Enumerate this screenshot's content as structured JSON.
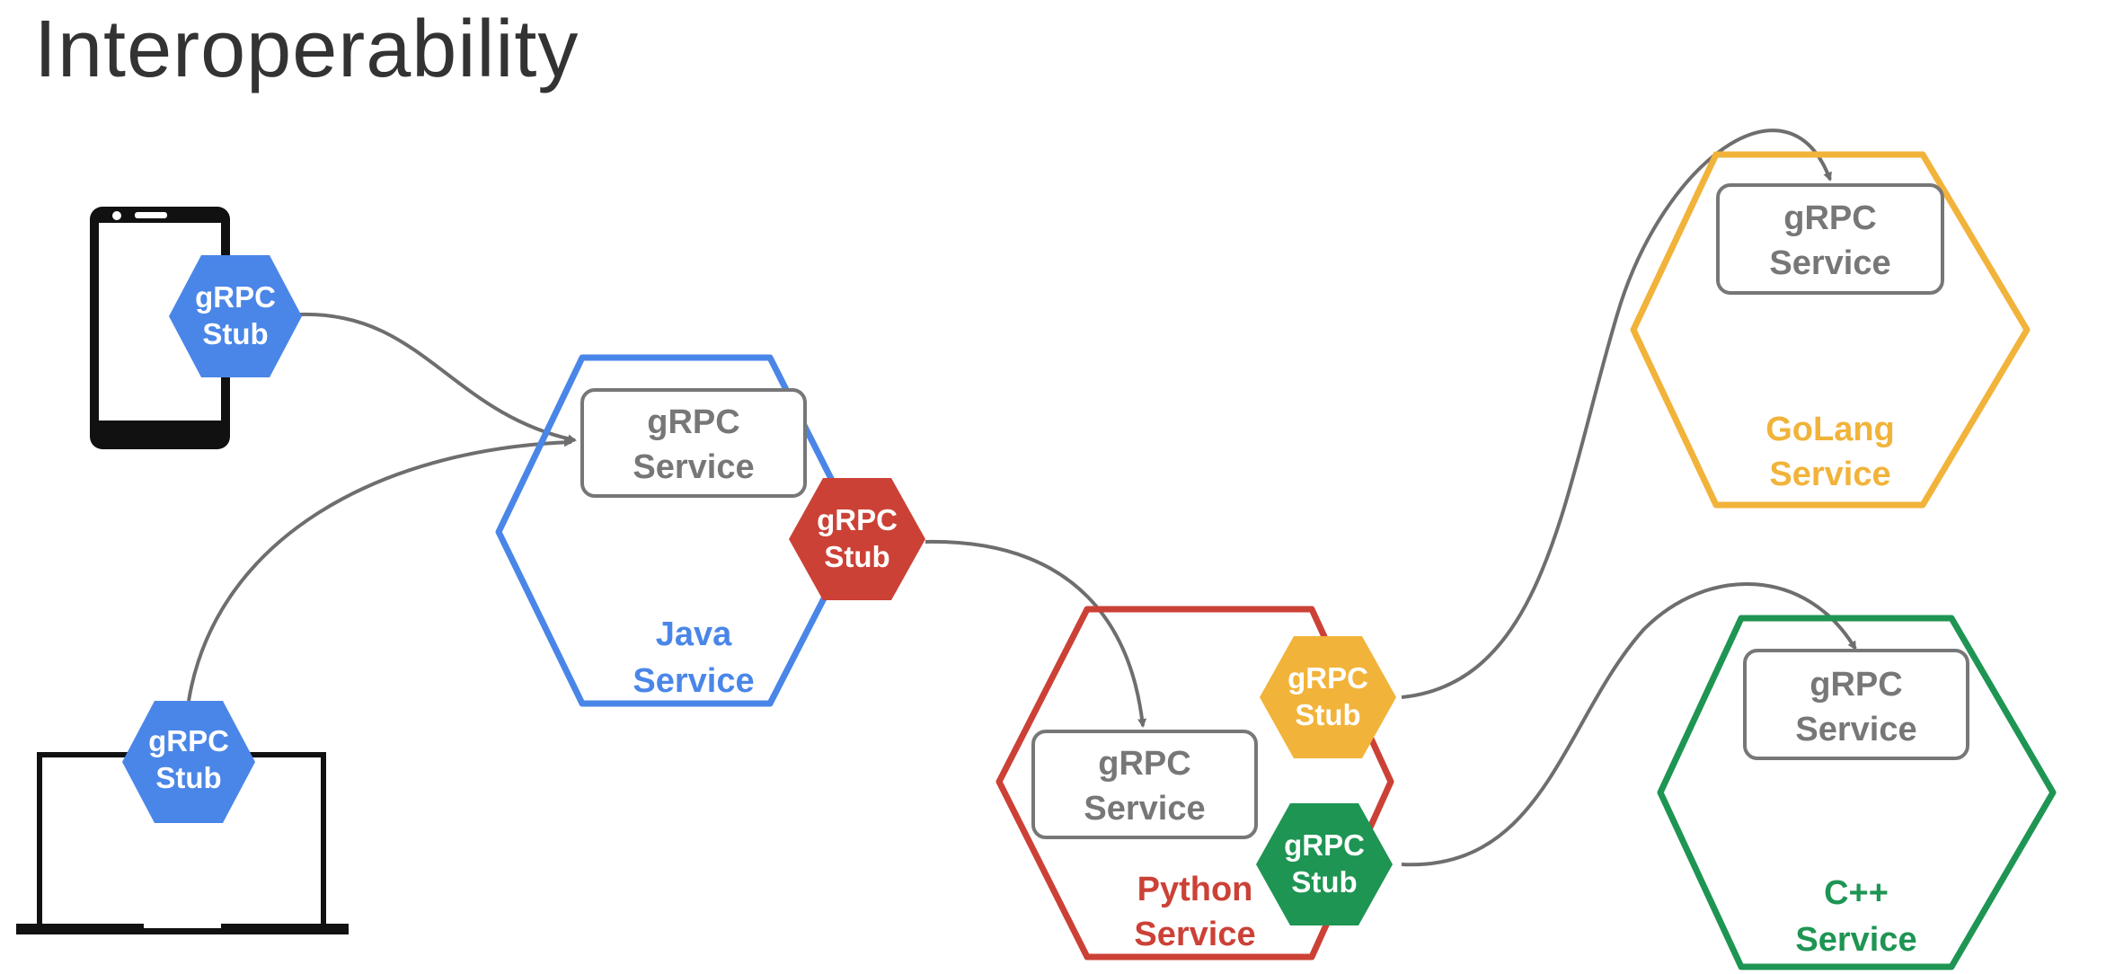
{
  "title": "Interoperability",
  "colors": {
    "java": "#4a86e8",
    "python": "#cc4136",
    "golang": "#f1b33a",
    "cpp": "#1e9553",
    "grpc_box": "#777777",
    "arrow": "#6e6e6e",
    "device": "#111111",
    "stub_text": "#ffffff"
  },
  "stub_label": {
    "line1": "gRPC",
    "line2": "Stub"
  },
  "service_box_label": {
    "line1": "gRPC",
    "line2": "Service"
  },
  "services": {
    "java": {
      "line1": "Java",
      "line2": "Service"
    },
    "python": {
      "line1": "Python",
      "line2": "Service"
    },
    "golang": {
      "line1": "GoLang",
      "line2": "Service"
    },
    "cpp": {
      "line1": "C++",
      "line2": "Service"
    }
  },
  "icons": [
    "phone-icon",
    "laptop-icon"
  ]
}
